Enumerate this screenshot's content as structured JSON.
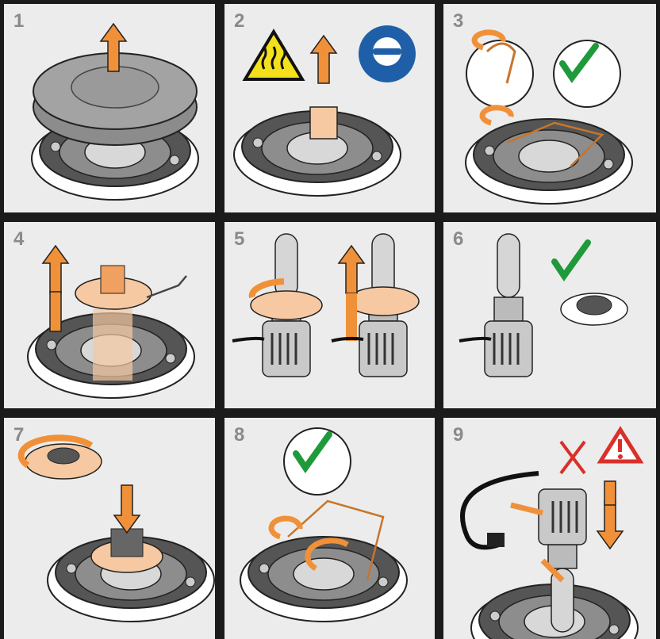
{
  "panels": [
    {
      "step": "1"
    },
    {
      "step": "2"
    },
    {
      "step": "3"
    },
    {
      "step": "4"
    },
    {
      "step": "5"
    },
    {
      "step": "6"
    },
    {
      "step": "7"
    },
    {
      "step": "8"
    },
    {
      "step": "9"
    }
  ],
  "colors": {
    "background": "#1b1b1b",
    "panel": "#ececec",
    "arrow": "#f0913a",
    "part_highlight": "#f6c9a2",
    "check": "#1f9a3a",
    "warning_red": "#d9302a",
    "hot_surface_yellow": "#f5e11b",
    "mandatory_blue": "#1f5fa8"
  }
}
